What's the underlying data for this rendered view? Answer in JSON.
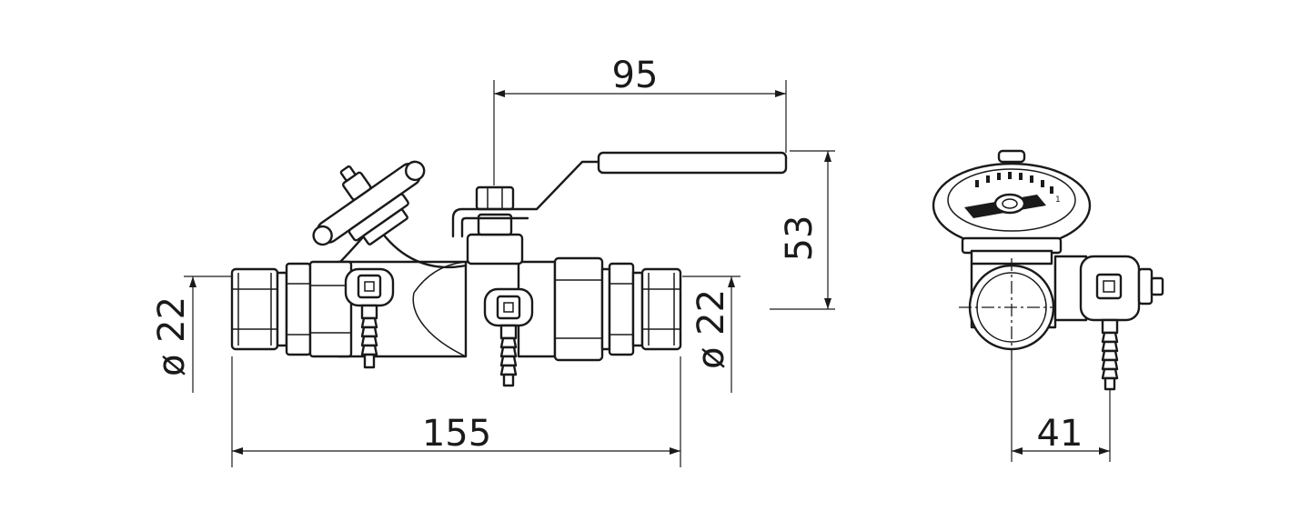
{
  "dimensions": {
    "total_length": "155",
    "handle_reach": "95",
    "handle_height": "53",
    "inlet_diameter": "ø 22",
    "outlet_diameter": "ø 22",
    "side_width": "41"
  },
  "dial": {
    "scale_mark": "1"
  },
  "colors": {
    "line": "#1a1a1a",
    "background": "#ffffff"
  }
}
